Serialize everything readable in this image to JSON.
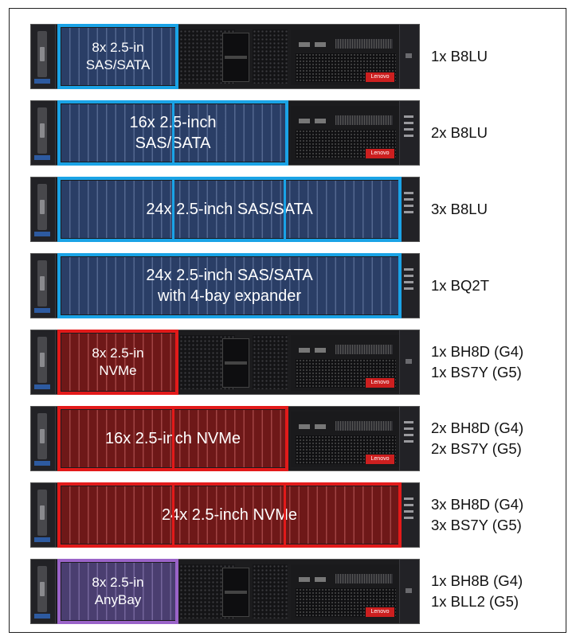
{
  "configs": [
    {
      "bay_lines": [
        "8x 2.5-in",
        "SAS/SATA"
      ],
      "part_lines": [
        "1x B8LU"
      ],
      "interface": "SAS/SATA"
    },
    {
      "bay_lines": [
        "16x 2.5-inch",
        "SAS/SATA"
      ],
      "part_lines": [
        "2x B8LU"
      ],
      "interface": "SAS/SATA"
    },
    {
      "bay_lines": [
        "24x 2.5-inch SAS/SATA"
      ],
      "part_lines": [
        "3x B8LU"
      ],
      "interface": "SAS/SATA"
    },
    {
      "bay_lines": [
        "24x 2.5-inch SAS/SATA",
        "with 4-bay expander"
      ],
      "part_lines": [
        "1x BQ2T"
      ],
      "interface": "SAS/SATA"
    },
    {
      "bay_lines": [
        "8x 2.5-in",
        "NVMe"
      ],
      "part_lines": [
        "1x BH8D (G4)",
        "1x BS7Y (G5)"
      ],
      "interface": "NVMe"
    },
    {
      "bay_lines": [
        "16x 2.5-inch NVMe"
      ],
      "part_lines": [
        "2x BH8D (G4)",
        "2x BS7Y (G5)"
      ],
      "interface": "NVMe"
    },
    {
      "bay_lines": [
        "24x 2.5-inch NVMe"
      ],
      "part_lines": [
        "3x BH8D (G4)",
        "3x BS7Y (G5)"
      ],
      "interface": "NVMe"
    },
    {
      "bay_lines": [
        "8x 2.5-in",
        "AnyBay"
      ],
      "part_lines": [
        "1x BH8B (G4)",
        "1x BLL2 (G5)"
      ],
      "interface": "AnyBay"
    }
  ],
  "colors": {
    "sas_sata_frame": "#1aa3e6",
    "nvme_frame": "#e21a1a",
    "anybay_frame": "#9a63c8",
    "server_body": "#1c1c1e"
  },
  "logo_text": "Lenovo"
}
